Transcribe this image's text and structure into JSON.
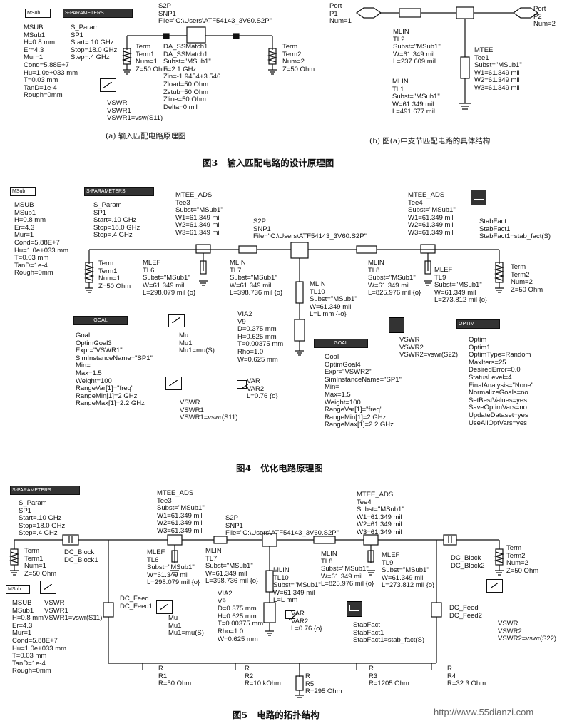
{
  "fig3": {
    "caption": "图3   输入匹配电路的设计原理图",
    "a_caption": "(a) 输入匹配电路原理图",
    "b_caption": "(b) 图(a)中支节匹配电路的具体结构",
    "msub_pal": "MSub",
    "sparam_pal": "S-PARAMETERS",
    "msub": "MSUB\nMSub1\nH=0.8 mm\nEr=4.3\nMur=1\nCond=5.88E+7\nHu=1.0e+033 mm\nT=0.03 mm\nTanD=1e-4\nRough=0mm",
    "sparam": "S_Param\nSP1\nStart=.10 GHz\nStop=18.0 GHz\nStep=.4 GHz",
    "s2p": "S2P\nSNP1\nFile=\"C:\\Users\\ATF54143_3V60.S2P\"",
    "term1": "Term\nTerm1\nNum=1\nZ=50 Ohm",
    "term2": "Term\nTerm2\nNum=2\nZ=50 Ohm",
    "da": "DA_SSMatch1\nDA_SSMatch1\nSubst=\"MSub1\"\nF=2.1 GHz\nZin=-1.9454+3.546\nZload=50 Ohm\nZstub=50 Ohm\nZline=50 Ohm\nDelta=0 mil",
    "vswr": "VSWR\nVSWR1\nVSWR1=vsw(S11)",
    "port1": "Port\nP1\nNum=1",
    "port2": "Port\nP2\nNum=2",
    "mlin_tl2": "MLIN\nTL2\nSubst=\"MSub1\"\nW=61.349 mil\nL=237.609 mil",
    "mlin_tl1": "MLIN\nTL1\nSubst=\"MSub1\"\nW=61.349 mil\nL=491.677 mil",
    "mtee": "MTEE\nTee1\nSubst=\"MSub1\"\nW1=61.349 mil\nW2=61.349 mil\nW3=61.349 mil"
  },
  "fig4": {
    "caption": "图4   优化电路原理图",
    "msub_pal": "MSub",
    "sparam_pal": "S-PARAMETERS",
    "msub": "MSUB\nMSub1\nH=0.8 mm\nEr=4.3\nMur=1\nCond=5.88E+7\nHu=1.0e+033 mm\nT=0.03 mm\nTanD=1e-4\nRough=0mm",
    "sparam": "S_Param\nSP1\nStart=.10 GHz\nStop=18.0 GHz\nStep=.4 GHz",
    "term1": "Term\nTerm1\nNum=1\nZ=50 Ohm",
    "term2": "Term\nTerm2\nNum=2\nZ=50 Ohm",
    "tee3": "MTEE_ADS\nTee3\nSubst=\"MSub1\"\nW1=61.349 mil\nW2=61.349 mil\nW3=61.349 mil",
    "tee4": "MTEE_ADS\nTee4\nSubst=\"MSub1\"\nW1=61.349 mil\nW2=61.349 mil\nW3=61.349 mil",
    "s2p": "S2P\nSNP1\nFile=\"C:\\Users\\ATF54143_3V60.S2P\"",
    "tl6": "MLEF\nTL6\nSubst=\"MSub1\"\nW=61.349 mil\nL=298.079 mil {o}",
    "tl7": "MLIN\nTL7\nSubst=\"MSub1\"\nW=61.349 mil\nL=398.736 mil {o}",
    "tl8": "MLIN\nTL8\nSubst=\"MSub1\"\nW=61.349 mil\nL=825.976 mil {o}",
    "tl9": "MLEF\nTL9\nSubst=\"MSub1\"\nW=61.349 mil\nL=273.812 mil {o}",
    "tl10": "MLIN\nTL10\nSubst=\"MSub1\"\nW=61.349 mil\nL=L mm {-o}",
    "via2": "VIA2\nV9\nD=0.375 mm\nH=0.625 mm\nT=0.00375 mm\nRho=1.0\nW=0.625 mm",
    "var": "VAR\nVAR2\nL=0.76 {o}",
    "mu": "Mu\nMu1\nMu1=mu(S)",
    "stabfact": "StabFact\nStabFact1\nStabFact1=stab_fact(S)",
    "goal_pal": "GOAL",
    "goal3": "Goal\nOptimGoal3\nExpr=\"VSWR1\"\nSimInstanceName=\"SP1\"\nMin=\nMax=1.5\nWeight=100\nRangeVar[1]=\"freq\"\nRangeMin[1]=2 GHz\nRangeMax[1]=2.2 GHz",
    "goal4": "Goal\nOptimGoal4\nExpr=\"VSWR2\"\nSimInstanceName=\"SP1\"\nMin=\nMax=1.5\nWeight=100\nRangeVar[1]=\"freq\"\nRangeMin[1]=2 GHz\nRangeMax[1]=2.2 GHz",
    "vswr1": "VSWR\nVSWR1\nVSWR1=vswr(S11)",
    "vswr2": "VSWR\nVSWR2\nVSWR2=vswr(S22)",
    "optim_pal": "OPTIM",
    "optim": "Optim\nOptim1\nOptimType=Random\nMaxIters=25\nDesiredError=0.0\nStatusLevel=4\nFinalAnalysis=\"None\"\nNormalizeGoals=no\nSetBestValues=yes\nSaveOptimVars=no\nUpdateDataset=yes\nUseAllOptVars=yes"
  },
  "fig5": {
    "caption": "图5   电路的拓扑结构",
    "sparam_pal": "S-PARAMETERS",
    "msub_pal": "MSub",
    "sparam": "S_Param\nSP1\nStart=.10 GHz\nStop=18.0 GHz\nStep=.4 GHz",
    "term1": "Term\nTerm1\nNum=1\nZ=50 Ohm",
    "term2": "Term\nTerm2\nNum=2\nZ=50 Ohm",
    "msub": "MSUB\nMSub1\nH=0.8 mm\nEr=4.3\nMur=1\nCond=5.88E+7\nHu=1.0e+033 mm\nT=0.03 mm\nTanD=1e-4\nRough=0mm",
    "vswr1": "VSWR\nVSWR1\nVSWR1=vswr(S11)",
    "vswr2": "VSWR\nVSWR2\nVSWR2=vswr(S22)",
    "dcblock1": "DC_Block\nDC_Block1",
    "dcblock2": "DC_Block\nDC_Block2",
    "dcfeed1": "DC_Feed\nDC_Feed1",
    "dcfeed2": "DC_Feed\nDC_Feed2",
    "tee3": "MTEE_ADS\nTee3\nSubst=\"MSub1\"\nW1=61.349 mil\nW2=61.349 mil\nW3=61.349 mil",
    "tee4": "MTEE_ADS\nTee4\nSubst=\"MSub1\"\nW1=61.349 mil\nW2=61.349 mil\nW3=61.349 mil",
    "s2p": "S2P\nSNP1\nFile=\"C:\\Users\\ATF54143_3V60.S2P\"",
    "tl6": "MLEF\nTL6\nSubst=\"MSub1\"\nW=61.349 mil\nL=298.079 mil {o}",
    "tl7": "MLIN\nTL7\nSubst=\"MSub1\"\nW=61.349 mil\nL=398.736 mil {o}",
    "tl8": "MLIN\nTL8\nSubst=\"MSub1\"\nW=61.349 mil\nL=825.976 mil {o}",
    "tl9": "MLEF\nTL9\nSubst=\"MSub1\"\nW=61.349 mil\nL=273.812 mil {o}",
    "tl10": "MLIN\nTL10\nSubst=\"MSub1\"\nW=61.349 mil\nL=L mm",
    "via2": "VIA2\nV9\nD=0.375 mm\nH=0.625 mm\nT=0.00375 mm\nRho=1.0\nW=0.625 mm",
    "var": "VAR\nVAR2\nL=0.76 {o}",
    "mu": "Mu\nMu1\nMu1=mu(S)",
    "stabfact": "StabFact\nStabFact1\nStabFact1=stab_fact(S)",
    "r1": "R\nR1\nR=50 Ohm",
    "r2": "R\nR2\nR=10 kOhm",
    "r5": "R\nR5\nR=295 Ohm",
    "r3": "R\nR3\nR=1205 Ohm",
    "r4": "R\nR4\nR=32.3 Ohm"
  },
  "watermark": "http://www.55dianzi.com"
}
